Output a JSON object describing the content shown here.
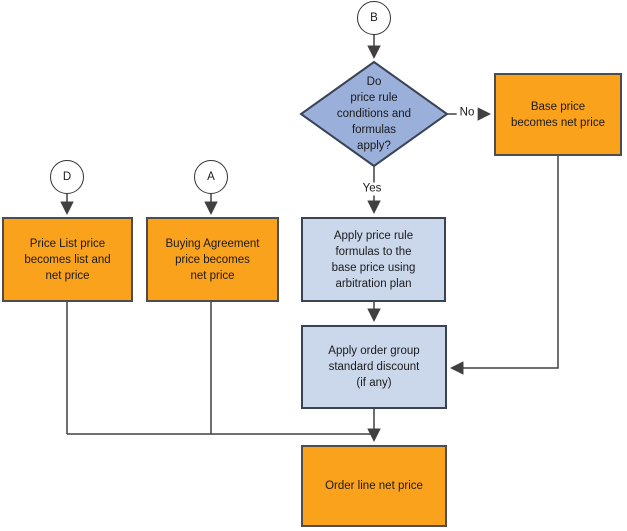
{
  "diagram": {
    "colors": {
      "orange_fill": "#FAA21B",
      "orange_border": "#4d4d4d",
      "blue_fill": "#CBD8EC",
      "diamond_fill": "#9AAFD9",
      "blue_border": "#3a4356",
      "line_color": "#404040",
      "text_color": "#1a1a1a",
      "background": "#ffffff"
    },
    "connectors": {
      "no_label": "No",
      "yes_label": "Yes"
    },
    "nodes": {
      "circle_b": {
        "label": "B"
      },
      "circle_d": {
        "label": "D"
      },
      "circle_a": {
        "label": "A"
      },
      "decision": {
        "lines": [
          "Do",
          "price rule",
          "conditions and",
          "formulas",
          "apply?"
        ]
      },
      "base_price": {
        "lines": [
          "Base price",
          "becomes net price"
        ]
      },
      "price_list": {
        "lines": [
          "Price List price",
          "becomes list and",
          "net price"
        ]
      },
      "buying_agreement": {
        "lines": [
          "Buying Agreement",
          "price becomes",
          "net price"
        ]
      },
      "apply_formulas": {
        "lines": [
          "Apply price rule",
          "formulas to the",
          "base price using",
          "arbitration plan"
        ]
      },
      "apply_discount": {
        "lines": [
          "Apply order group",
          "standard discount",
          "(if any)"
        ]
      },
      "order_line": {
        "lines": [
          "Order line net price"
        ]
      }
    }
  }
}
